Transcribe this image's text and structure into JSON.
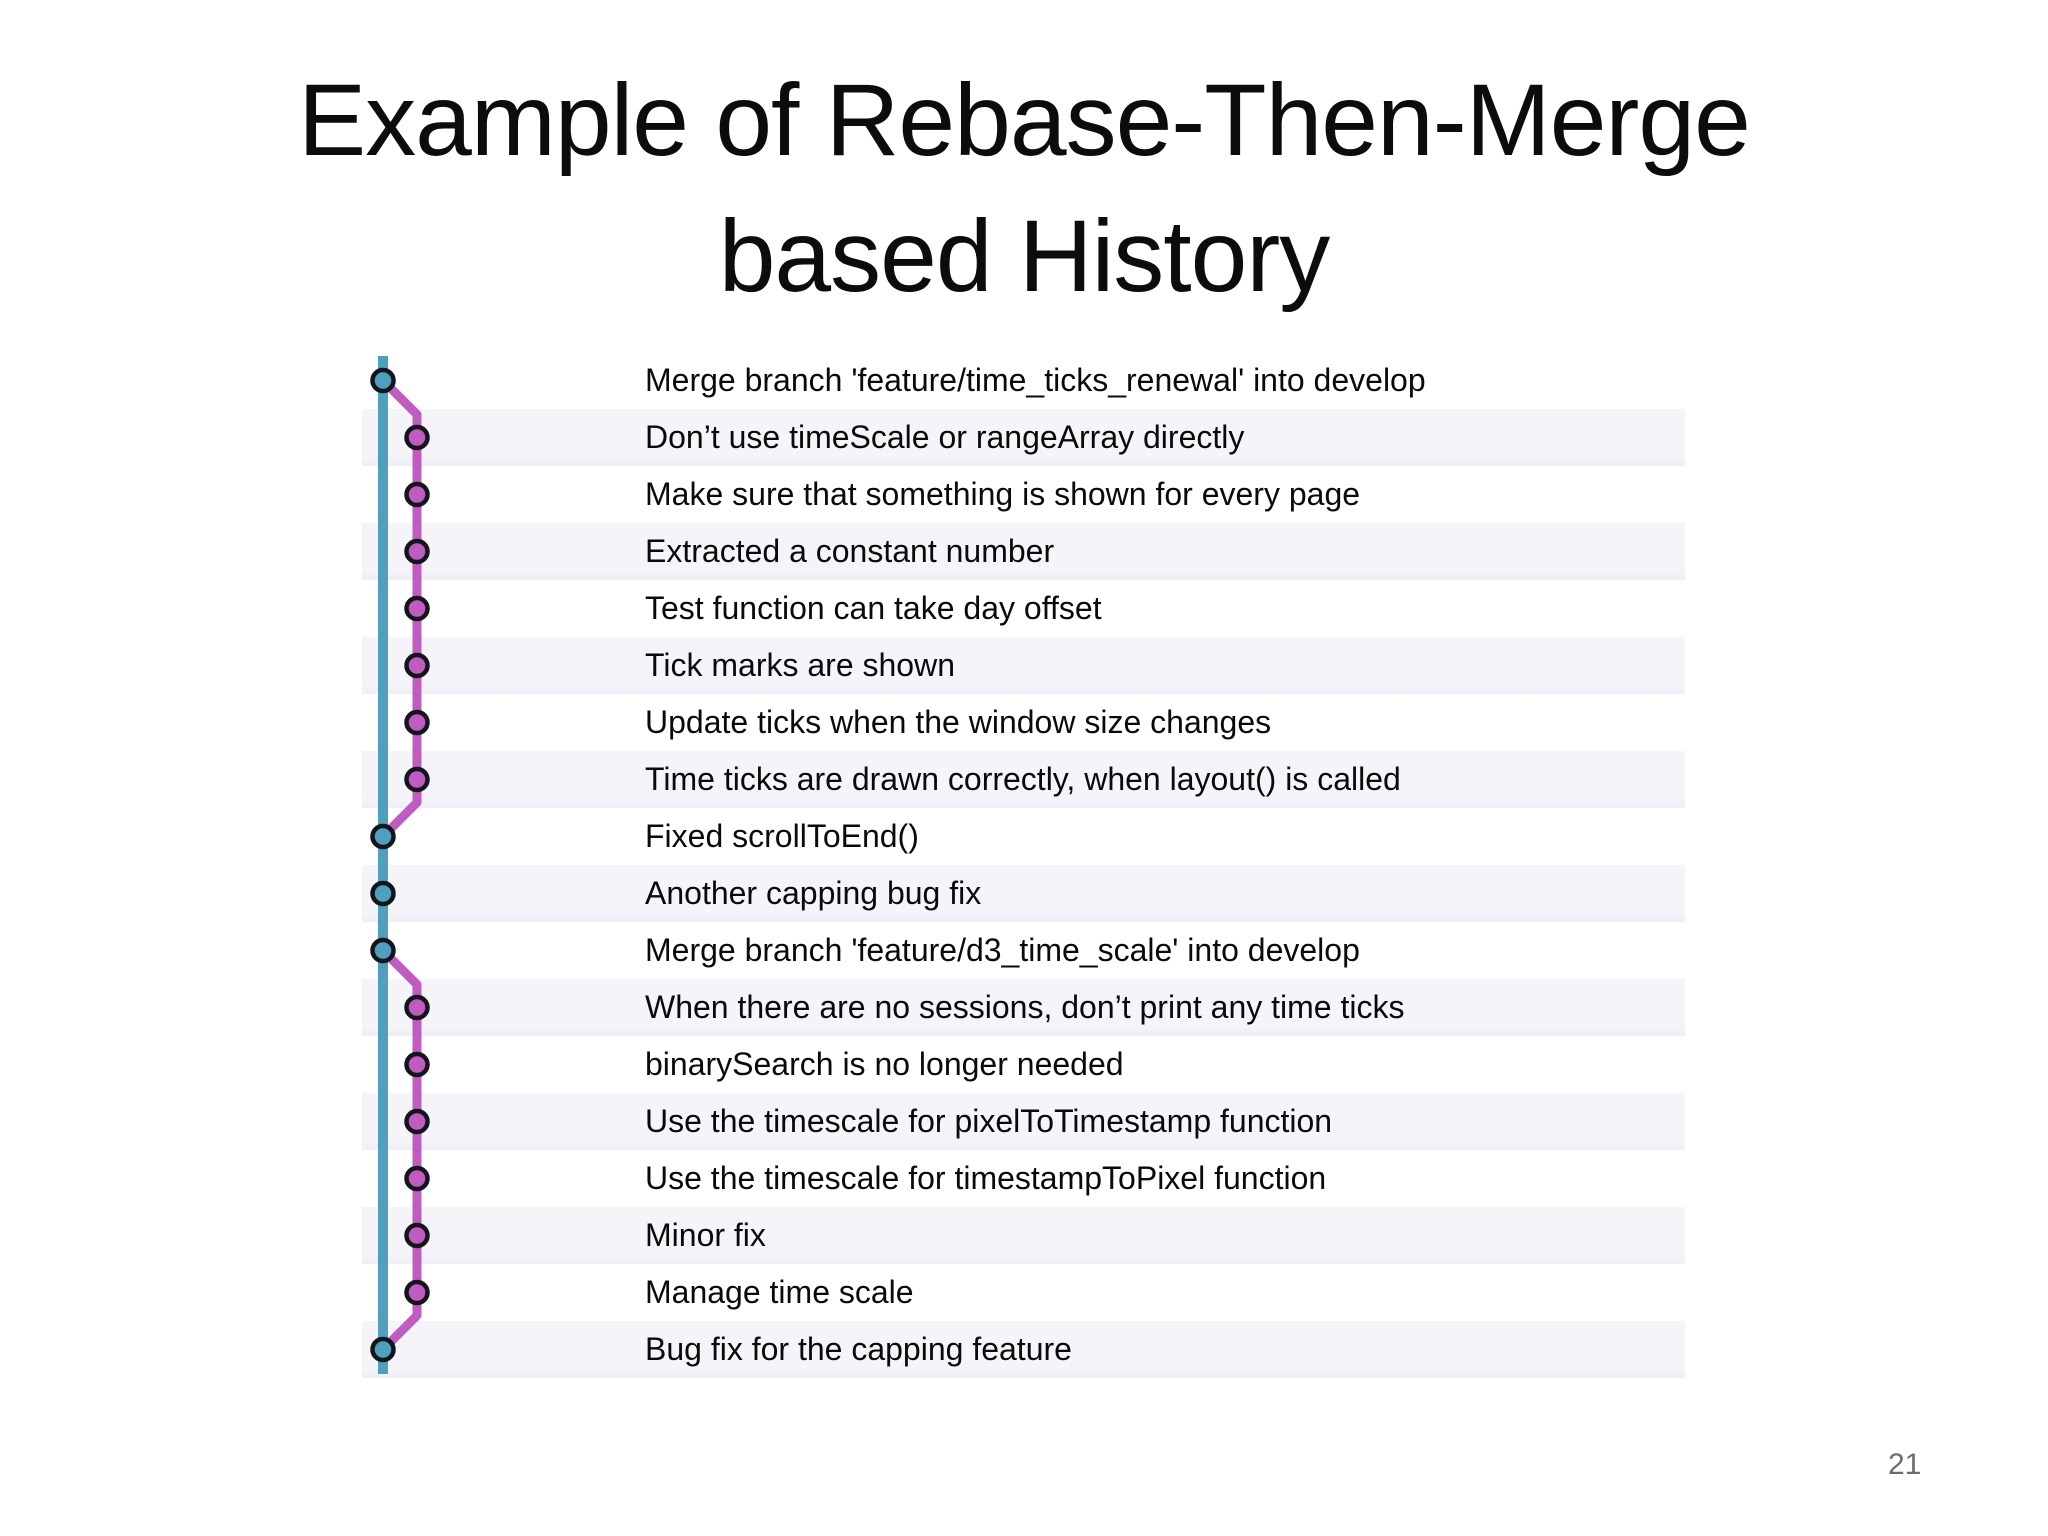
{
  "slide": {
    "title_line1": "Example of Rebase-Then-Merge",
    "title_line2": "based History",
    "page_number": "21"
  },
  "legend_colors": {
    "develop_branch": "#4f9fbe",
    "feature_branch": "#c05cc0",
    "dot_outline": "#15151e",
    "row_stripe": "#f3f3f8",
    "text": "#0a0a0a",
    "page_number_gray": "#6b6b70"
  },
  "commit_graph": {
    "branch_segments": [
      {
        "merge_row": 1,
        "fork_row": 9
      },
      {
        "merge_row": 11,
        "fork_row": 18
      }
    ],
    "commits": [
      {
        "row": 1,
        "branch": "develop",
        "message": "Merge branch 'feature/time_ticks_renewal' into develop"
      },
      {
        "row": 2,
        "branch": "feature",
        "message": "Don’t use timeScale or rangeArray directly"
      },
      {
        "row": 3,
        "branch": "feature",
        "message": "Make sure that something is shown for every page"
      },
      {
        "row": 4,
        "branch": "feature",
        "message": "Extracted a constant number"
      },
      {
        "row": 5,
        "branch": "feature",
        "message": "Test function can take day offset"
      },
      {
        "row": 6,
        "branch": "feature",
        "message": "Tick marks are shown"
      },
      {
        "row": 7,
        "branch": "feature",
        "message": "Update ticks when the window size changes"
      },
      {
        "row": 8,
        "branch": "feature",
        "message": "Time ticks are drawn correctly, when layout() is called"
      },
      {
        "row": 9,
        "branch": "develop",
        "message": "Fixed scrollToEnd()"
      },
      {
        "row": 10,
        "branch": "develop",
        "message": "Another capping bug fix"
      },
      {
        "row": 11,
        "branch": "develop",
        "message": "Merge branch 'feature/d3_time_scale' into develop"
      },
      {
        "row": 12,
        "branch": "feature",
        "message": "When there are no sessions, don’t print any time ticks"
      },
      {
        "row": 13,
        "branch": "feature",
        "message": "binarySearch is no longer needed"
      },
      {
        "row": 14,
        "branch": "feature",
        "message": "Use the timescale for pixelToTimestamp function"
      },
      {
        "row": 15,
        "branch": "feature",
        "message": "Use the timescale for timestampToPixel function"
      },
      {
        "row": 16,
        "branch": "feature",
        "message": "Minor fix"
      },
      {
        "row": 17,
        "branch": "feature",
        "message": "Manage time scale"
      },
      {
        "row": 18,
        "branch": "develop",
        "message": "Bug fix for the capping feature"
      }
    ]
  }
}
